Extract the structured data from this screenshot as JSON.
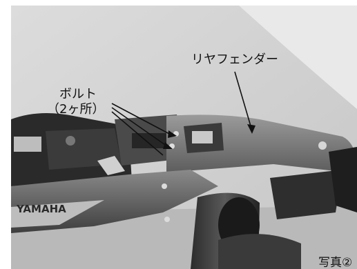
{
  "photo": {
    "brand_mark": "YAMAHA"
  },
  "callouts": {
    "rear_fender": "リヤフェンダー",
    "bolt": "ボルト",
    "bolt_count": "（2ヶ所）"
  },
  "caption": {
    "photo_number": "写真②"
  },
  "colors": {
    "ink": "#111111",
    "frame": "#ffffff"
  }
}
